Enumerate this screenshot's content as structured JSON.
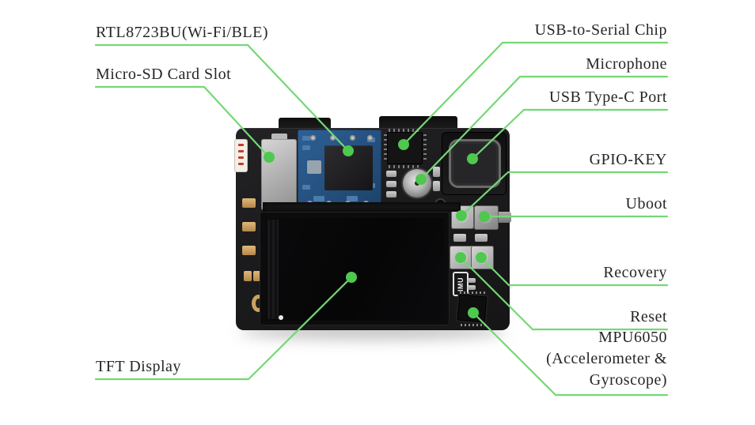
{
  "diagram": {
    "labels": {
      "rtl8723bu": "RTL8723BU(Wi-Fi/BLE)",
      "microsd": "Micro-SD Card Slot",
      "tft": "TFT Display",
      "usb_serial": "USB-to-Serial Chip",
      "microphone": "Microphone",
      "usb_type_c": "USB Type-C Port",
      "gpio_key": "GPIO-KEY",
      "uboot": "Uboot",
      "recovery": "Recovery",
      "reset": "Reset",
      "mpu6050_line1": "MPU6050",
      "mpu6050_line2": "(Accelerometer &",
      "mpu6050_line3": "Gyroscope)"
    },
    "board_text": {
      "imu": "IMU"
    },
    "colors": {
      "annotation_line": "#74d874",
      "annotation_dot": "#4fc84f",
      "label_text": "#262626",
      "board_black": "#1b1b1d",
      "wifi_module_blue": "#25507e"
    }
  }
}
